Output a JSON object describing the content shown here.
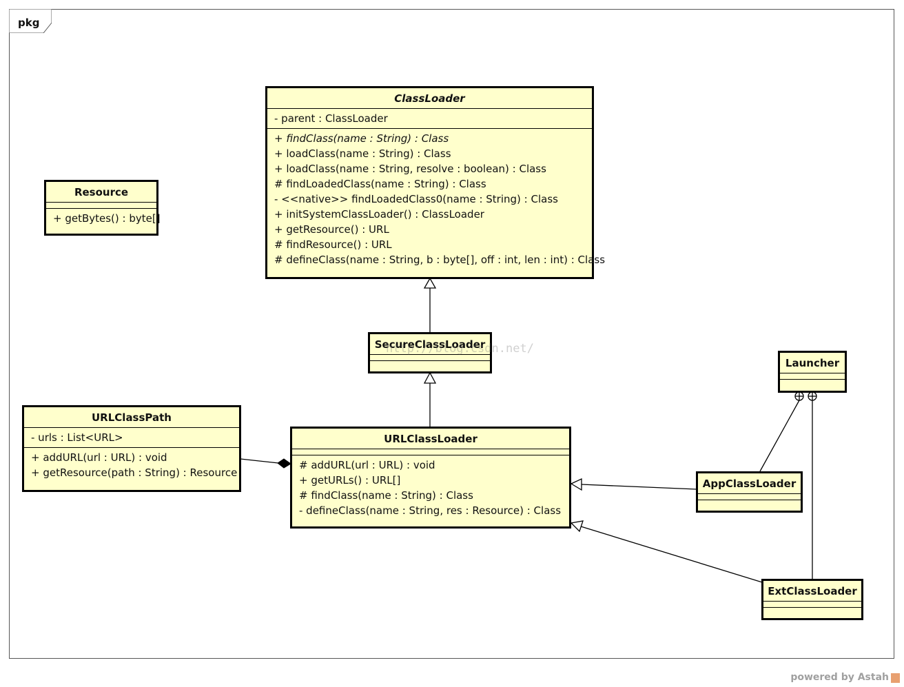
{
  "frame": {
    "label": "pkg"
  },
  "classes": {
    "classloader": {
      "name": "ClassLoader",
      "attributes": [
        "- parent : ClassLoader"
      ],
      "operations": [
        "+ findClass(name : String) : Class",
        "+ loadClass(name : String) : Class",
        "+ loadClass(name : String, resolve : boolean) : Class",
        "# findLoadedClass(name : String) : Class",
        "- <<native>> findLoadedClass0(name : String) : Class",
        "+ initSystemClassLoader() : ClassLoader",
        "+ getResource() : URL",
        "# findResource() : URL",
        "# defineClass(name : String, b : byte[], off : int, len : int) : Class"
      ]
    },
    "resource": {
      "name": "Resource",
      "operations": [
        "+ getBytes() : byte[]"
      ]
    },
    "secureclassloader": {
      "name": "SecureClassLoader"
    },
    "urlclasspath": {
      "name": "URLClassPath",
      "attributes": [
        "- urls : List<URL>"
      ],
      "operations": [
        "+ addURL(url : URL) : void",
        "+ getResource(path : String) : Resource"
      ]
    },
    "urlclassloader": {
      "name": "URLClassLoader",
      "operations": [
        "# addURL(url : URL) : void",
        "+ getURLs() : URL[]",
        "# findClass(name : String) : Class",
        "- defineClass(name : String, res : Resource) : Class"
      ]
    },
    "launcher": {
      "name": "Launcher"
    },
    "appclassloader": {
      "name": "AppClassLoader"
    },
    "extclassloader": {
      "name": "ExtClassLoader"
    }
  },
  "watermark": "http://blog.csdn.net/",
  "footer": {
    "powered_by": "powered by Astah"
  }
}
